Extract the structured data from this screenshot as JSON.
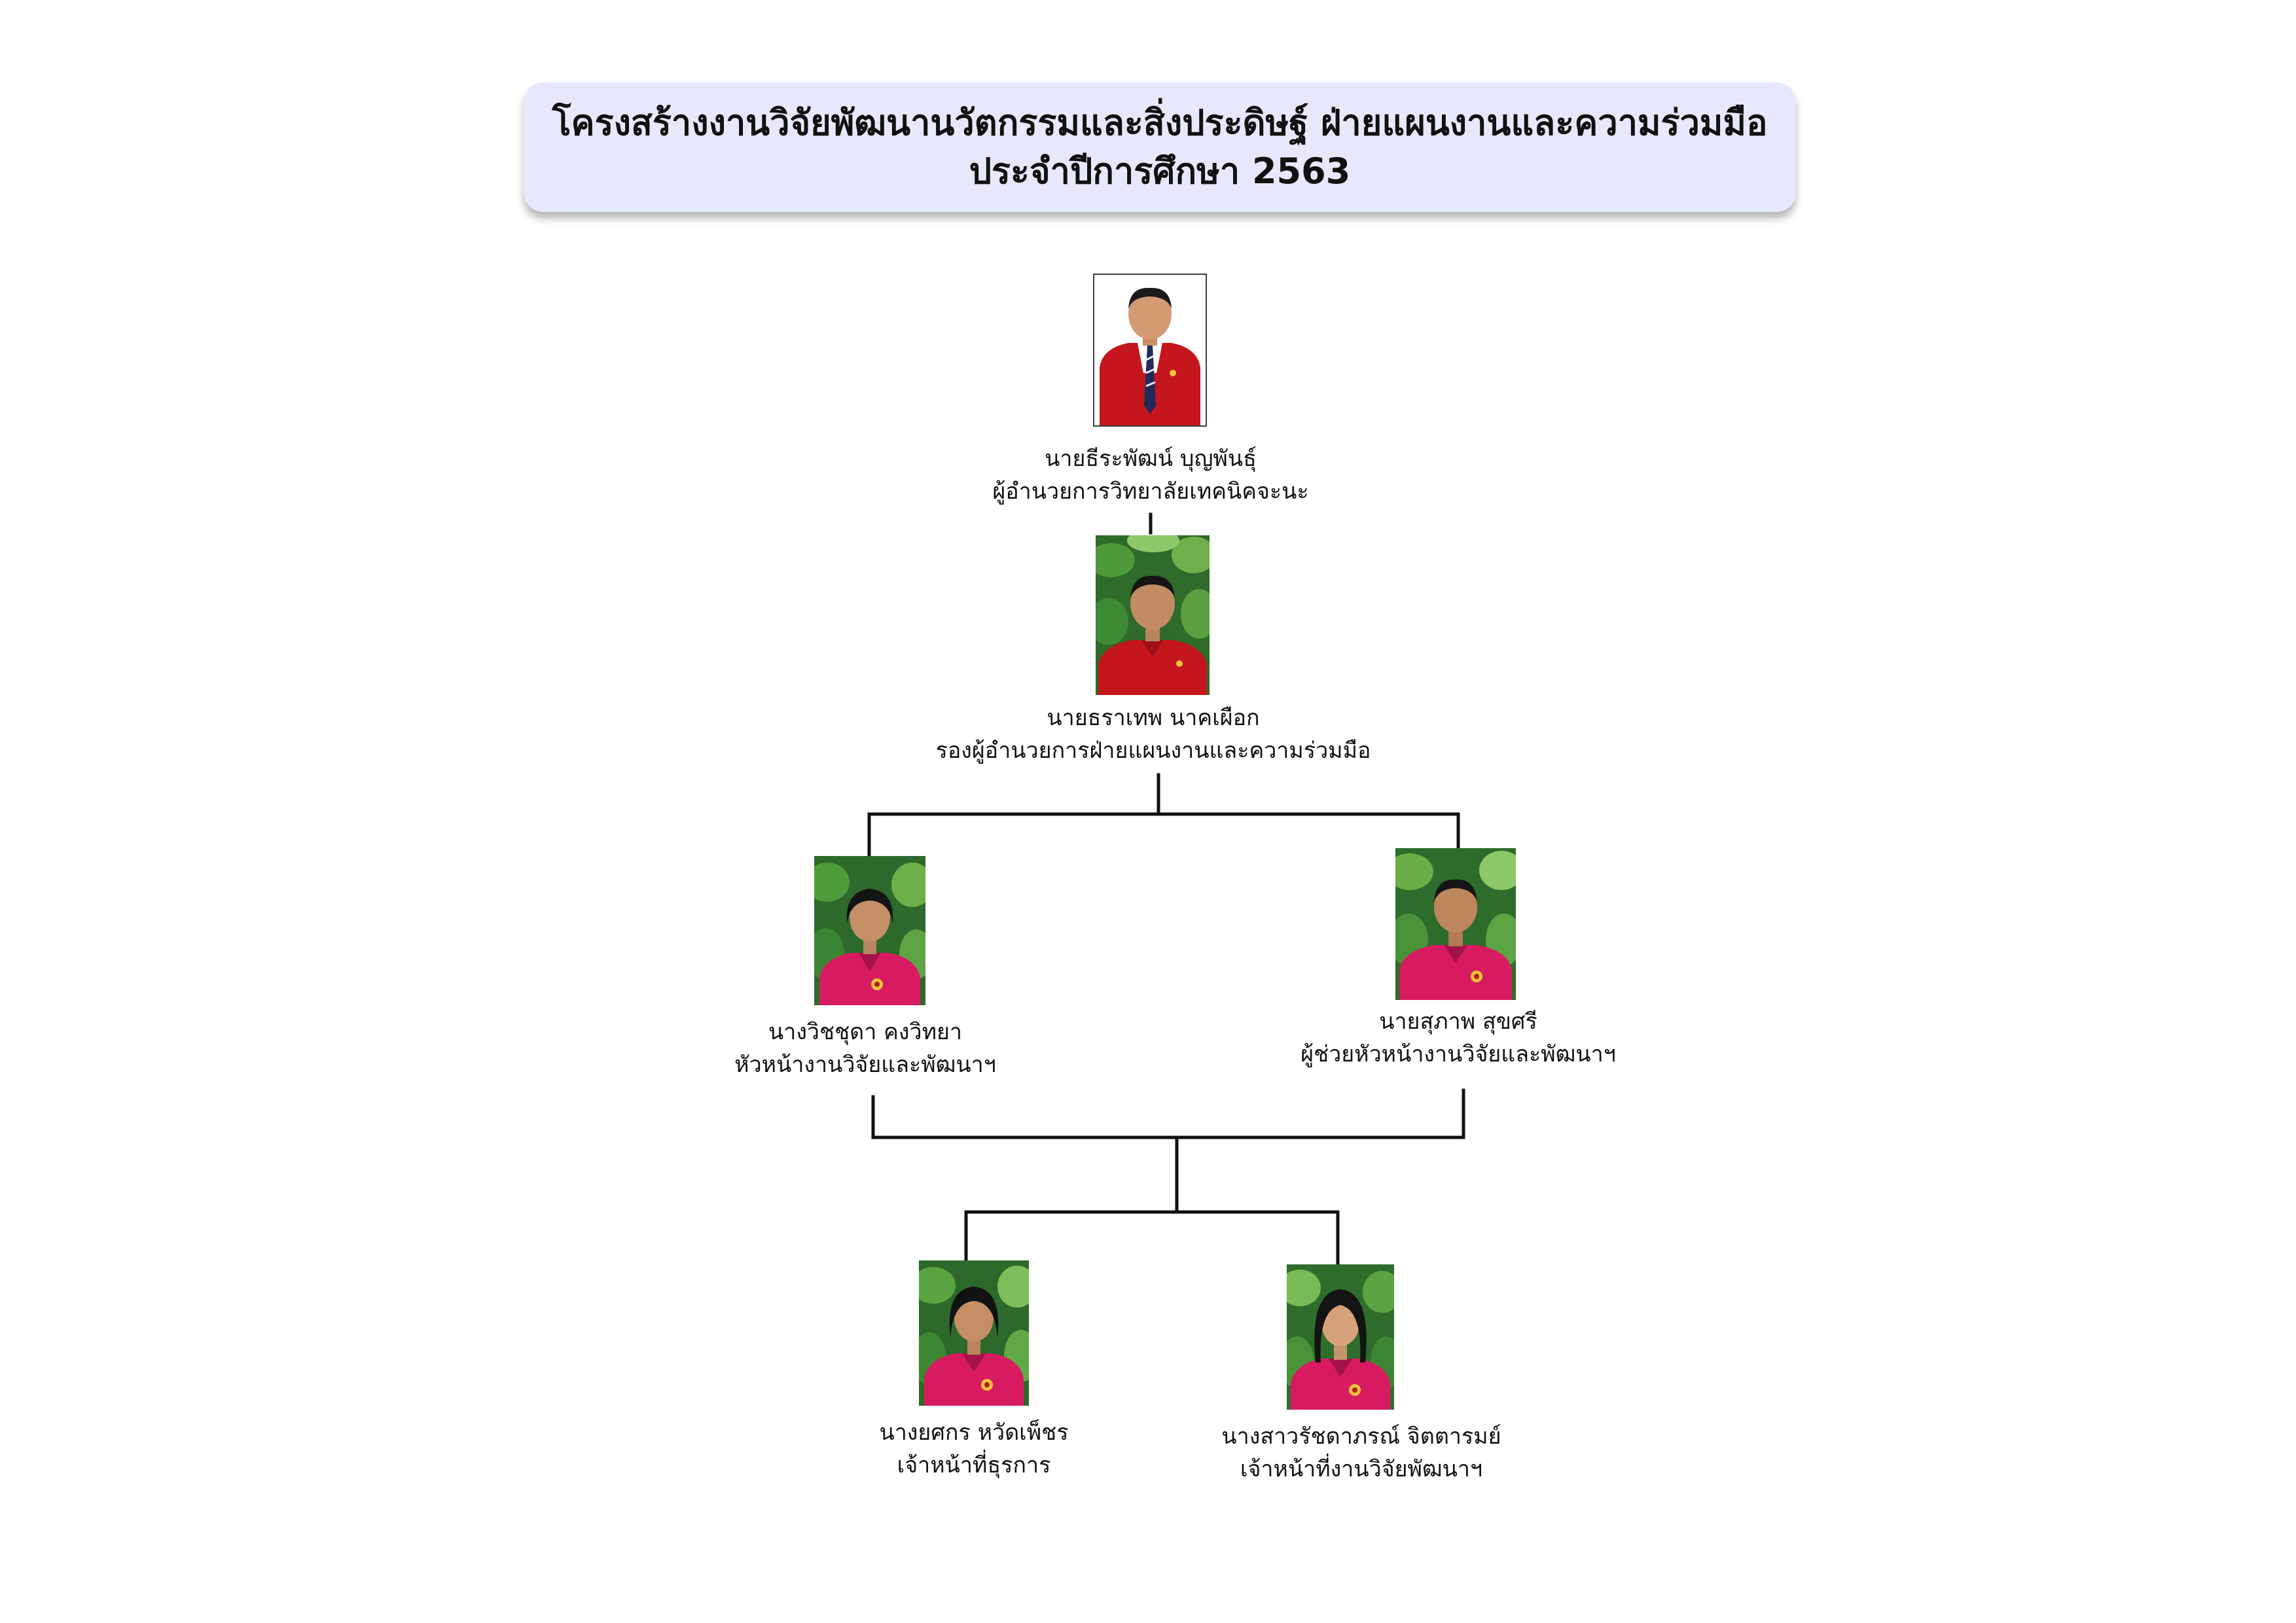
{
  "title": {
    "line1": "โครงสร้างงานวิจัยพัฒนานวัตกรรมและสิ่งประดิษฐ์  ฝ่ายแผนงานและความร่วมมือ",
    "line2": "ประจำปีการศึกษา 2563"
  },
  "people": {
    "director": {
      "name": "นายธีระพัฒน์ บุญพันธุ์",
      "position": "ผู้อำนวยการวิทยาลัยเทคนิคจะนะ"
    },
    "deputy": {
      "name": "นายธราเทพ  นาคเผือก",
      "position": "รองผู้อำนวยการฝ่ายแผนงานและความร่วมมือ"
    },
    "head": {
      "name": "นางวิชชุดา  คงวิทยา",
      "position": "หัวหน้างานวิจัยและพัฒนาฯ"
    },
    "assistant_head": {
      "name": "นายสุภาพ  สุขศรี",
      "position": "ผู้ช่วยหัวหน้างานวิจัยและพัฒนาฯ"
    },
    "admin_officer": {
      "name": "นางยศกร  หวัดเพ็ชร",
      "position": "เจ้าหน้าที่ธุรการ"
    },
    "research_officer": {
      "name": "นางสาวรัชดาภรณ์  จิตตารมย์",
      "position": "เจ้าหน้าที่งานวิจัยพัฒนาฯ"
    }
  },
  "colors": {
    "title_background": "#e6e9fb",
    "line": "#111111",
    "red_jacket": "#c4161c",
    "pink_shirt": "#d81b60",
    "foliage": "#2f6b2a"
  }
}
